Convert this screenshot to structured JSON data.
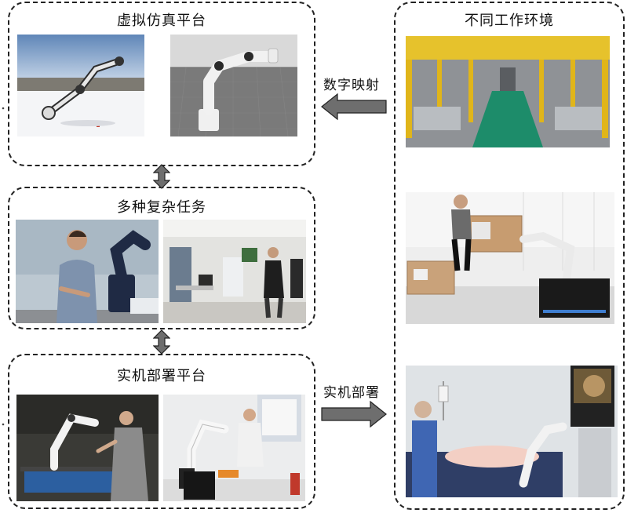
{
  "panels": {
    "virtual_sim": {
      "title": "虚拟仿真平台"
    },
    "complex_tasks": {
      "title": "多种复杂任务"
    },
    "real_deploy": {
      "title": "实机部署平台"
    },
    "environments": {
      "title": "不同工作环境"
    }
  },
  "arrows": {
    "digital_mapping": "数字映射",
    "real_deployment": "实机部署"
  },
  "colors": {
    "border": "#222222",
    "arrow_fill": "#6e6e6e",
    "arrow_stroke": "#222222"
  }
}
